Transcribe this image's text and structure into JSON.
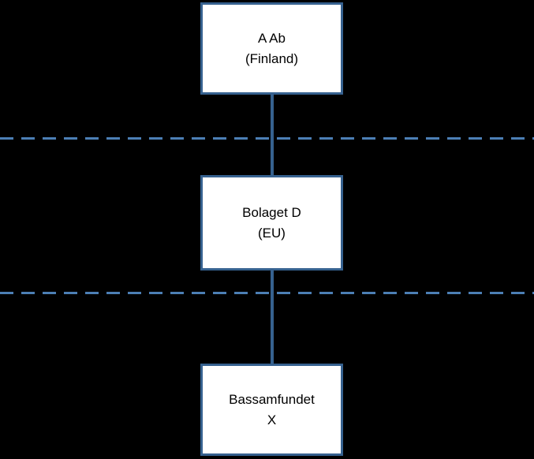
{
  "colors": {
    "background": "#000000",
    "box_fill": "#FFFFFF",
    "box_border": "#36618F",
    "connector_color": "#36618F",
    "dash_color": "#4C7FB5"
  },
  "nodes": {
    "top": {
      "line1": "A Ab",
      "line2": "(Finland)"
    },
    "middle": {
      "line1": "Bolaget D",
      "line2": "(EU)"
    },
    "bottom": {
      "line1": "Bassamfundet",
      "line2": "X"
    }
  }
}
